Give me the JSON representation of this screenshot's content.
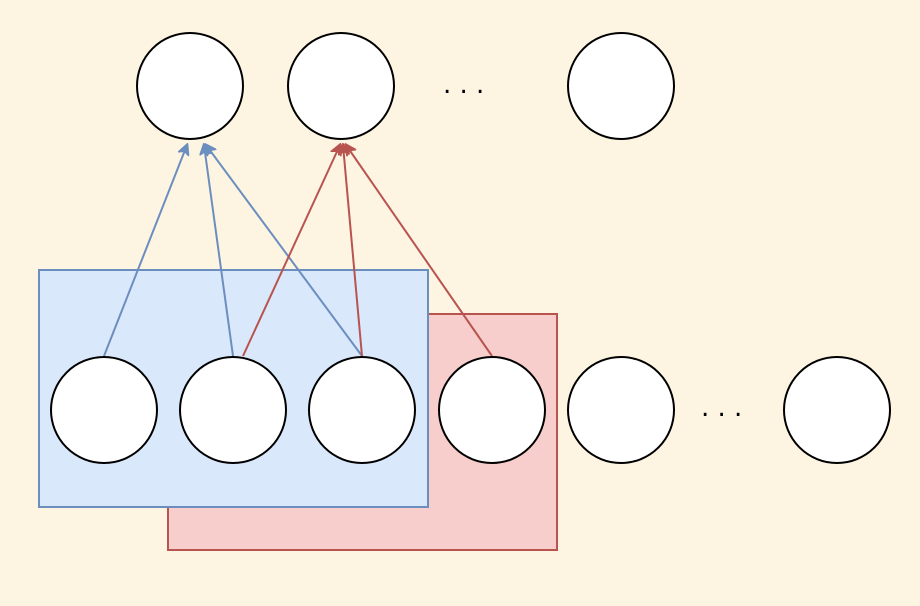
{
  "diagram": {
    "background_color": "#fdf4e1",
    "ellipsis": ". . .",
    "output_layer": {
      "nodes": [
        {
          "id": "out-1"
        },
        {
          "id": "out-2"
        },
        {
          "id": "out-n"
        }
      ]
    },
    "input_layer": {
      "nodes": [
        {
          "id": "in-1"
        },
        {
          "id": "in-2"
        },
        {
          "id": "in-3"
        },
        {
          "id": "in-4"
        },
        {
          "id": "in-5"
        },
        {
          "id": "in-n"
        }
      ]
    },
    "windows": [
      {
        "name": "window-blue",
        "fill_color": "#dae8fc",
        "stroke_color": "#6c8ebf",
        "covers_inputs": [
          "in-1",
          "in-2",
          "in-3"
        ],
        "target_output": "out-1"
      },
      {
        "name": "window-red",
        "fill_color": "#f8cecc",
        "stroke_color": "#b85450",
        "covers_inputs": [
          "in-2",
          "in-3",
          "in-4"
        ],
        "target_output": "out-2"
      }
    ]
  }
}
